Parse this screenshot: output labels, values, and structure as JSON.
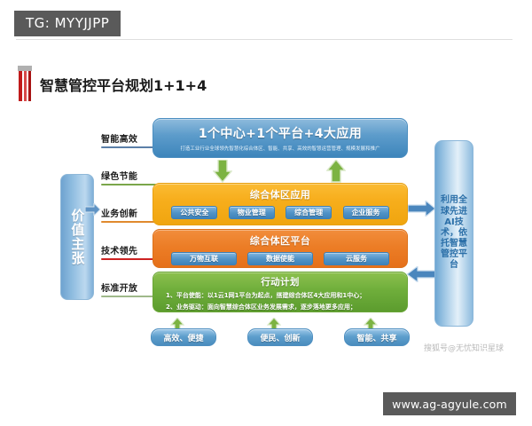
{
  "tag": {
    "label": "TG: MYYJJPP"
  },
  "heading": {
    "title": "智慧管控平台规划1+1+4"
  },
  "left": {
    "pillar_label": "价值主张",
    "props": [
      {
        "label": "智能高效",
        "color": "#5b7fa8"
      },
      {
        "label": "绿色节能",
        "color": "#7aa64a"
      },
      {
        "label": "业务创新",
        "color": "#e08a2e"
      },
      {
        "label": "技术领先",
        "color": "#cc2222"
      },
      {
        "label": "标准开放",
        "color": "#9fb98a"
      }
    ]
  },
  "center": {
    "top_card": {
      "title": "1个中心+1个平台+4大应用",
      "subtitle": "打造工业行业全球领先智慧化综合体区、智能、共享、高效的智慧运营管理、规模发展和推广"
    },
    "app_layer": {
      "title": "综合体区应用",
      "chips": [
        "公共安全",
        "物业管理",
        "综合管理",
        "企业服务"
      ]
    },
    "platform_layer": {
      "title": "综合体区平台",
      "chips": [
        "万物互联",
        "数据使能",
        "云服务"
      ]
    },
    "plan_layer": {
      "title": "行动计划",
      "lines": [
        "1、平台使能：以1云1网1平台为起点，搭建综合体区4大应用和1中心；",
        "2、业务驱动：面向智慧综合体区业务发展需求，逐步落地更多应用；"
      ]
    }
  },
  "badges": [
    "高效、便捷",
    "便民、创新",
    "智能、共享"
  ],
  "right": {
    "pillar_label": "利用全球先进AI技术，依托智慧管控平台"
  },
  "watermark": {
    "sohu": "搜狐号@无忧知识星球",
    "url": "www.ag-agyule.com"
  },
  "colors": {
    "accent_blue": "#4a8cbd",
    "orange": "#f7ae1c",
    "deep_orange": "#ec7d26",
    "green": "#6fae3b",
    "red": "#c01b1b",
    "gray": "#5a5a5a"
  }
}
